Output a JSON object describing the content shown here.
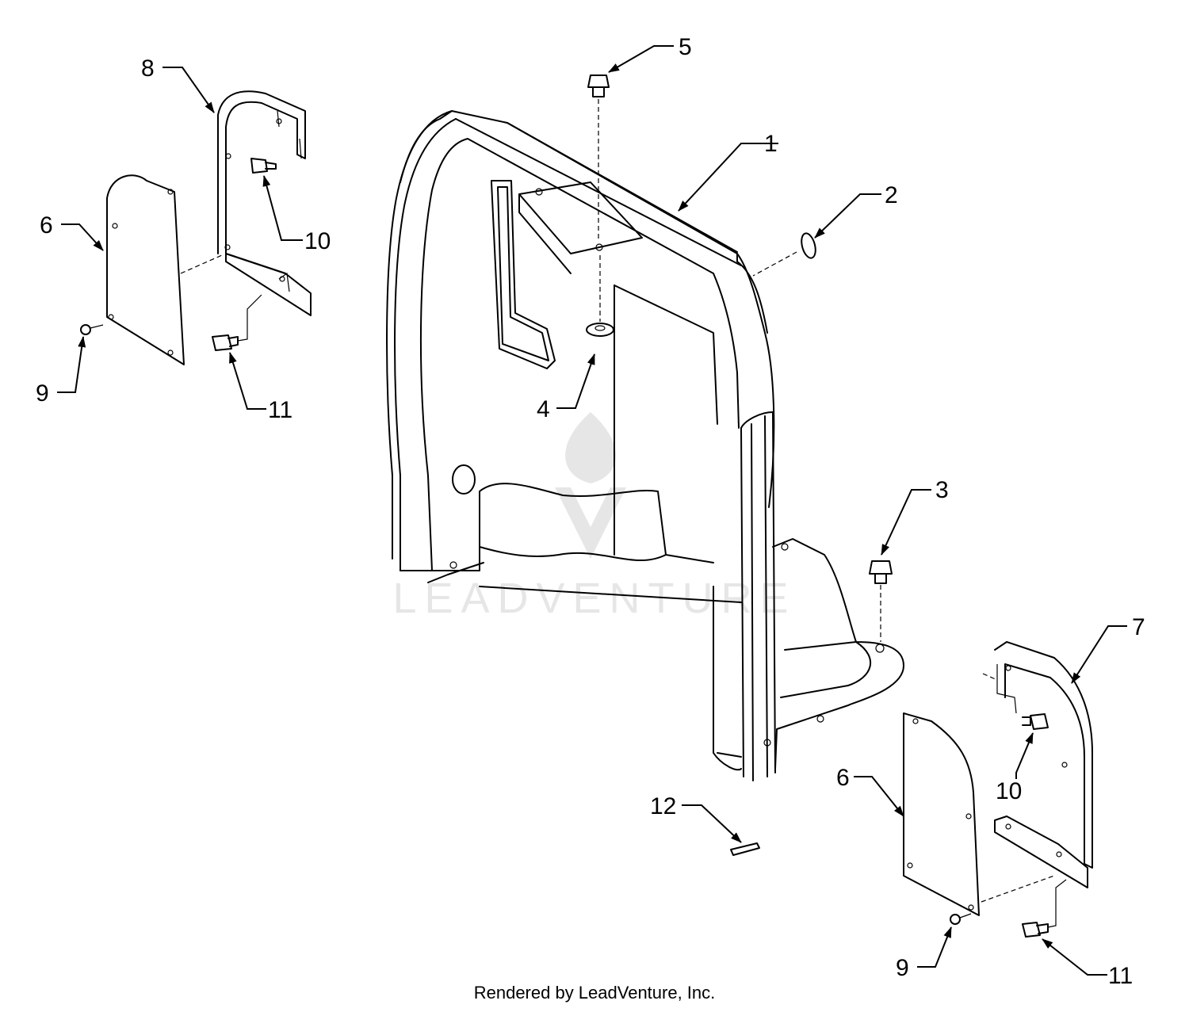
{
  "diagram": {
    "callouts": [
      {
        "id": "c1",
        "text": "1"
      },
      {
        "id": "c2",
        "text": "2"
      },
      {
        "id": "c3",
        "text": "3"
      },
      {
        "id": "c4",
        "text": "4"
      },
      {
        "id": "c5",
        "text": "5"
      },
      {
        "id": "c6a",
        "text": "6"
      },
      {
        "id": "c6b",
        "text": "6"
      },
      {
        "id": "c7",
        "text": "7"
      },
      {
        "id": "c8",
        "text": "8"
      },
      {
        "id": "c9a",
        "text": "9"
      },
      {
        "id": "c9b",
        "text": "9"
      },
      {
        "id": "c10a",
        "text": "10"
      },
      {
        "id": "c10b",
        "text": "10"
      },
      {
        "id": "c11a",
        "text": "11"
      },
      {
        "id": "c11b",
        "text": "11"
      },
      {
        "id": "c12",
        "text": "12"
      }
    ],
    "watermark": "LEADVENTURE"
  },
  "footer": {
    "credit": "Rendered by LeadVenture, Inc."
  },
  "colors": {
    "ink": "#000000",
    "watermark": "#e6e6e6",
    "background": "#ffffff"
  }
}
